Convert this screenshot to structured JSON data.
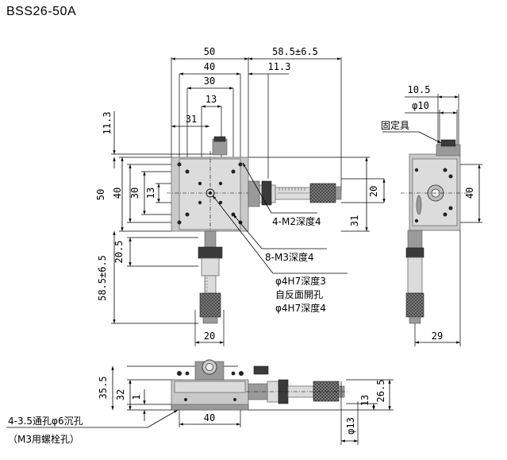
{
  "title": "BSS26-50A",
  "top_view": {
    "dims": {
      "width_50": "50",
      "width_40": "40",
      "width_30": "30",
      "width_13": "13",
      "offset_31": "31",
      "travel": "58.5±6.5",
      "offset_11_3": "11.3",
      "v_11_3": "11.3",
      "v_50": "50",
      "v_40": "40",
      "v_30": "30",
      "v_13": "13",
      "micrometer_20": "20",
      "micrometer_31": "31",
      "v_20_5": "20.5",
      "v_travel": "58.5±6.5",
      "bottom_20": "20"
    },
    "notes": {
      "m2": "4-M2深度4",
      "m3": "8-M3深度4",
      "h7_line1": "φ4H7深度3",
      "h7_line2": "自反面開孔",
      "h7_line3": "φ4H7深度4"
    }
  },
  "side_view": {
    "dims": {
      "w_10_5": "10.5",
      "phi_10": "φ10",
      "v_40": "40",
      "w_29": "29"
    },
    "notes": {
      "clamp": "固定具"
    }
  },
  "front_view": {
    "dims": {
      "h_35_5": "35.5",
      "h_32": "32",
      "h_1": "1",
      "w_40": "40",
      "h_26_5": "26.5",
      "h_13": "13",
      "phi_13": "φ13"
    },
    "notes": {
      "mount_line1": "4-3.5通孔φ6沉孔",
      "mount_line2": "（M3用螺栓孔）"
    }
  }
}
